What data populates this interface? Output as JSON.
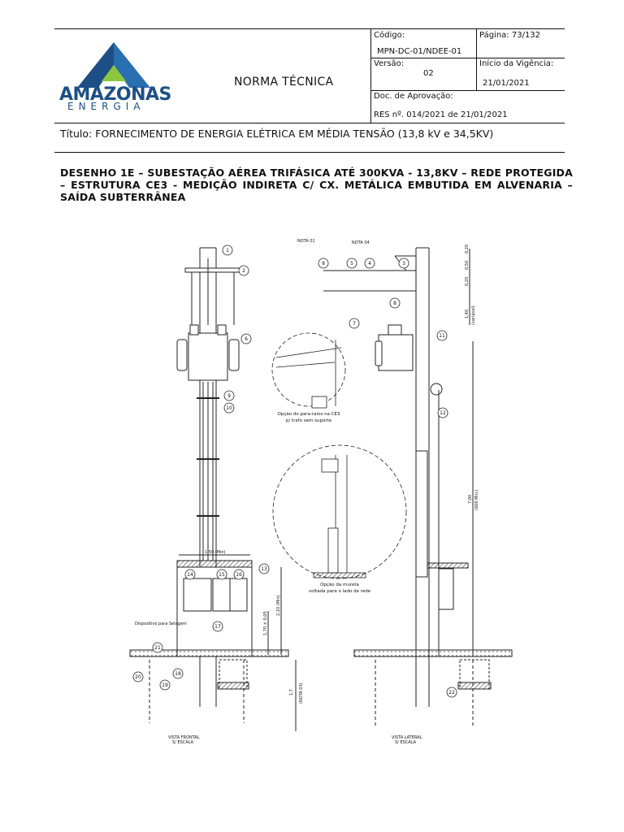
{
  "header": {
    "company_logo_line1": "AMAZONAS",
    "company_logo_line2": "ENERGIA",
    "document_type": "NORMA TÉCNICA",
    "codigo_label": "Código:",
    "codigo_value": "MPN-DC-01/NDEE-01",
    "pagina": "Página: 73/132",
    "versao_label": "Versão:",
    "versao_value": "02",
    "inicio_label": "Início da Vigência:",
    "inicio_value": "21/01/2021",
    "doc_aprovacao_label": "Doc. de Aprovação:",
    "doc_aprovacao_value": "RES nº. 014/2021 de 21/01/2021"
  },
  "title": {
    "label": "Título:",
    "text": "FORNECIMENTO DE ENERGIA ELÉTRICA EM MÉDIA TENSÃO (13,8 kV e 34,5KV)"
  },
  "drawing_title": "DESENHO 1E – SUBESTAÇÃO AÉREA TRIFÁSICA ATÉ 300KVA - 13,8KV – REDE PROTEGIDA – ESTRUTURA CE3 - MEDIÇÃO INDIRETA C/ CX. METÁLICA EMBUTIDA EM ALVENARIA – SAÍDA SUBTERRÂNEA",
  "drawing": {
    "front_view": {
      "caption_line1": "VISTA FRONTAL",
      "caption_line2": "S/ ESCALA",
      "dim_150": "1,50 (Min)",
      "dim_170": "1,70 ± 0,05",
      "dim_210": "2,10 (Min)",
      "dim_17": "1,7",
      "nota03": "(NOTA 03)",
      "selagem": "Dispositivo para Selagem",
      "callouts": [
        "1",
        "2",
        "6",
        "9",
        "10",
        "13",
        "14",
        "15",
        "16",
        "17",
        "18",
        "19",
        "20",
        "21"
      ]
    },
    "side_view": {
      "caption_line1": "VISTA LATERAL",
      "caption_line2": "S/ ESCALA",
      "nota01": "NOTA 01",
      "nota04": "NOTA 04",
      "dim_020a": "0,20",
      "dim_050": "0,50",
      "dim_020b": "0,20",
      "dim_140": "1,40",
      "dim_140_note": "(variável)",
      "dim_700": "7,00",
      "dim_700_note": "(600 Min.)",
      "callouts": [
        "8",
        "5",
        "4",
        "3",
        "8",
        "7",
        "11",
        "12",
        "22"
      ]
    },
    "detail_1_caption_line1": "Opção do para-raios na CE3",
    "detail_1_caption_line2": "p/ trafo sem suporte",
    "detail_2_caption_line1": "Opção da mureta",
    "detail_2_caption_line2": "voltada para o lado da rede"
  }
}
